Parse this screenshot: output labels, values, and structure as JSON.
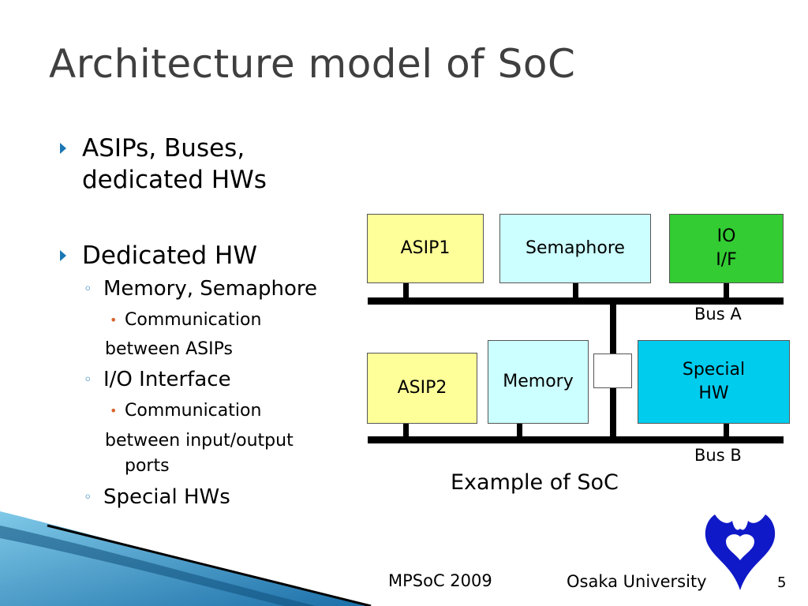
{
  "slide": {
    "title": "Architecture model of SoC",
    "page_number": "5"
  },
  "bullets": {
    "b1_line1": "ASIPs, Buses,",
    "b1_line2": "dedicated HWs",
    "b2": "Dedicated HW",
    "b2_1": "Memory, Semaphore",
    "b2_1_1_a": "Communication",
    "b2_1_1_b": "between ASIPs",
    "b2_2": "I/O Interface",
    "b2_2_1_a": "Communication",
    "b2_2_1_b": "between input/output",
    "b2_2_1_c": "ports",
    "b2_3": "Special HWs"
  },
  "diagram": {
    "asip1": "ASIP1",
    "semaphore": "Semaphore",
    "io_line1": "IO",
    "io_line2": "I/F",
    "bus_a": "Bus A",
    "asip2": "ASIP2",
    "memory": "Memory",
    "special_line1": "Special",
    "special_line2": "HW",
    "bus_b": "Bus B",
    "caption": "Example of SoC",
    "colors": {
      "asip": "#ffff99",
      "semaphore": "#ccffff",
      "io": "#33cc33",
      "memory": "#ccffff",
      "special": "#00ccee"
    }
  },
  "footer": {
    "conference": "MPSoC 2009",
    "university": "Osaka University"
  },
  "icons": {
    "bullet_l1": "blue-triangle-icon",
    "bullet_l2": "blue-ring-icon",
    "bullet_l3": "orange-dot-icon",
    "logo": "osaka-university-logo",
    "decoration": "blue-swoosh-decoration"
  }
}
